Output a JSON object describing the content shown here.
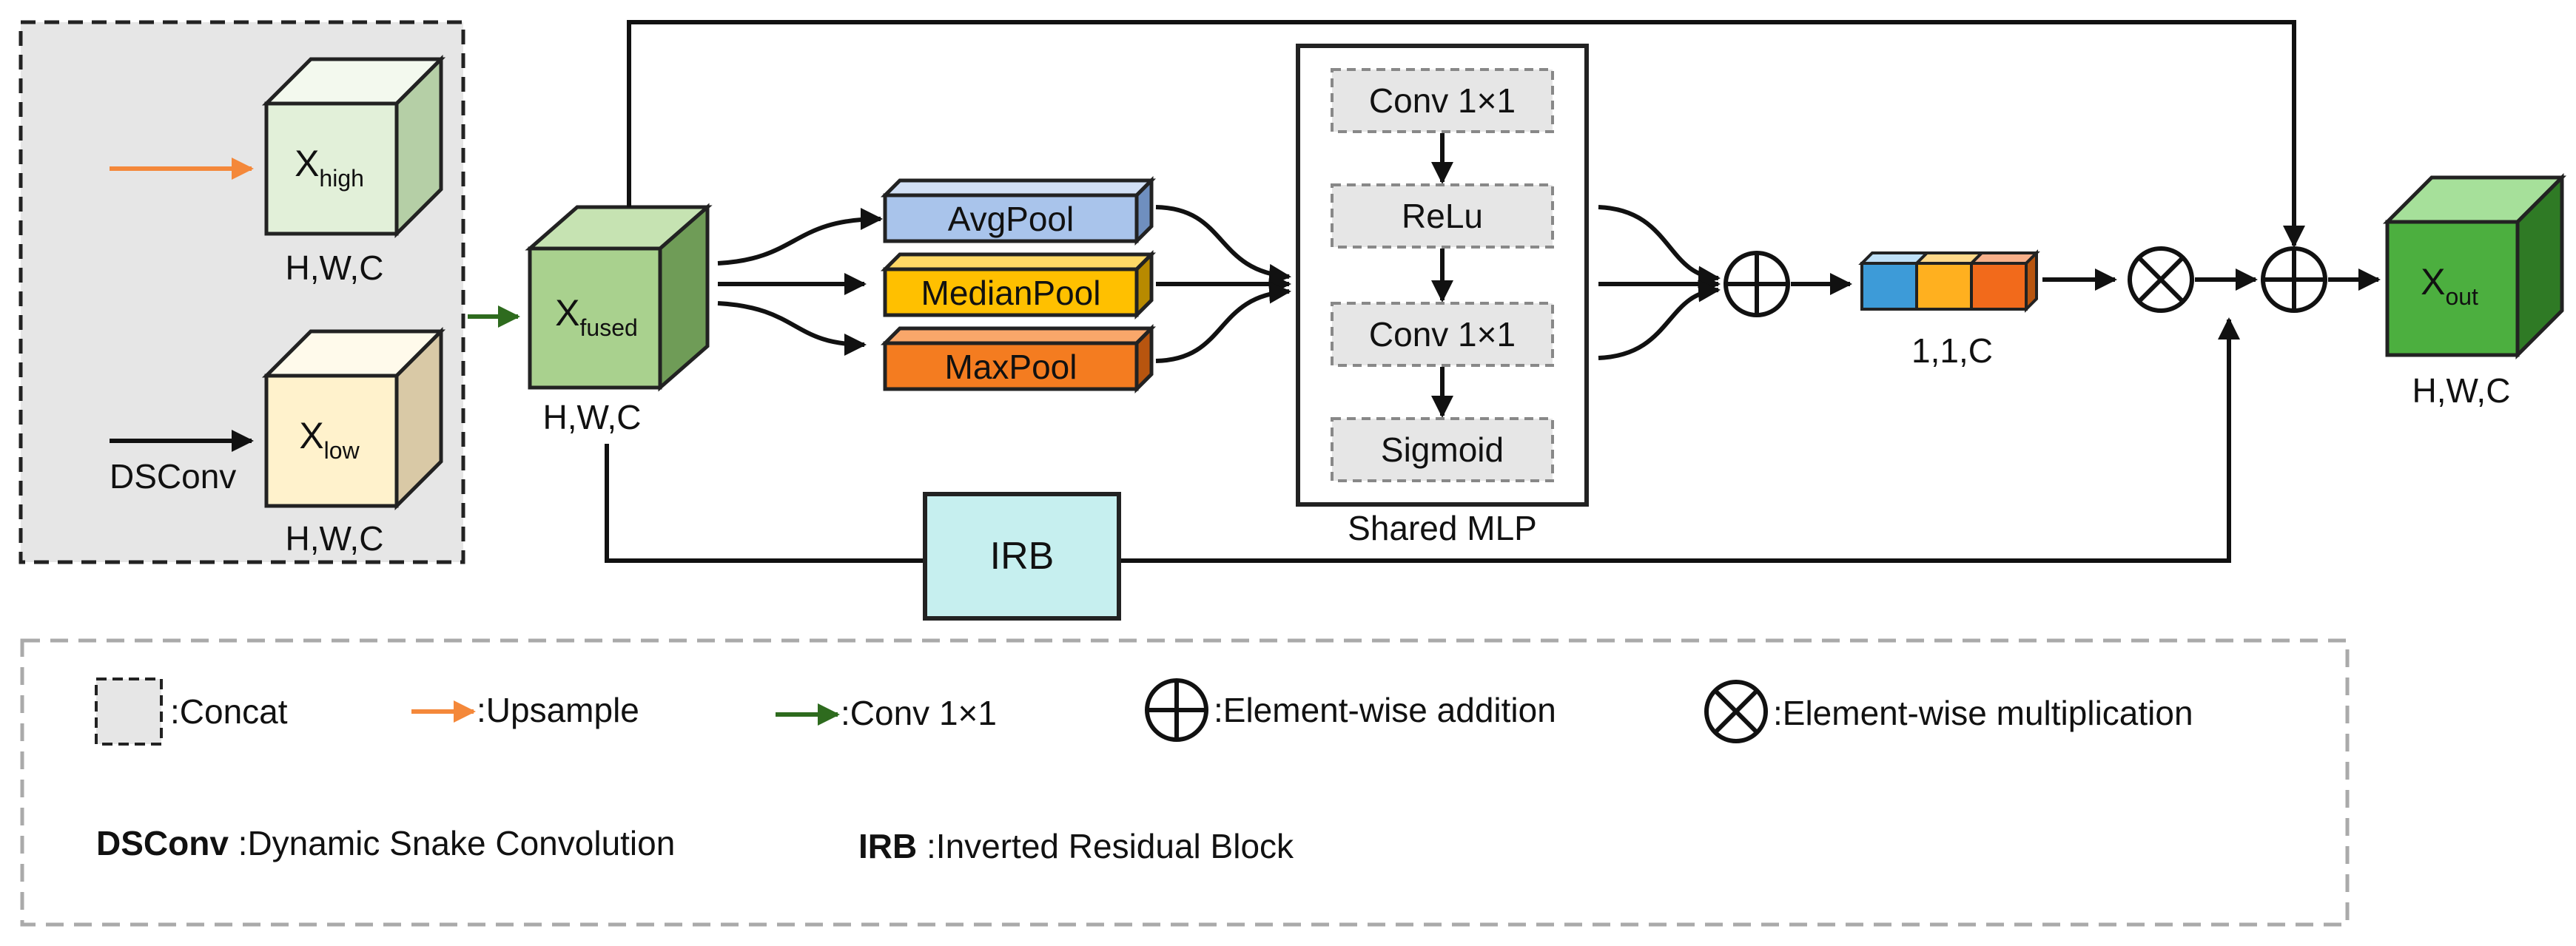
{
  "inputs": {
    "high": {
      "label_main": "X",
      "label_sub": "high",
      "dims": "H,W,C"
    },
    "low": {
      "label_main": "X",
      "label_sub": "low",
      "dims": "H,W,C",
      "arrow_label": "DSConv"
    }
  },
  "fused": {
    "label_main": "X",
    "label_sub": "fused",
    "dims": "H,W,C"
  },
  "pools": [
    "AvgPool",
    "MedianPool",
    "MaxPool"
  ],
  "mlp": {
    "steps": [
      "Conv 1×1",
      "ReLu",
      "Conv 1×1",
      "Sigmoid"
    ],
    "caption": "Shared MLP"
  },
  "weights": {
    "dims": "1,1,C"
  },
  "irb": {
    "label": "IRB"
  },
  "output": {
    "label_main": "X",
    "label_sub": "out",
    "dims": "H,W,C"
  },
  "legend": {
    "concat": ":Concat",
    "upsample": ":Upsample",
    "conv": ":Conv 1×1",
    "addition": ":Element-wise addition",
    "multiplication": ":Element-wise multiplication",
    "dsconv_key": "DSConv",
    "dsconv_desc": " :Dynamic Snake Convolution",
    "irb_key": "IRB",
    "irb_desc": " :Inverted Residual Block"
  },
  "colors": {
    "high_cube": "#e2f0d9",
    "low_cube": "#fff2cc",
    "fused_cube": "#a9d18e",
    "out_cube": "#4caf3f",
    "avgpool": "#a9c4eb",
    "medianpool": "#ffc000",
    "maxpool": "#f47c20",
    "irb": "#c6efef",
    "concat_bg": "#e6e6e6",
    "upsample_arrow": "#f4883a",
    "conv_arrow": "#2e6b1e"
  }
}
